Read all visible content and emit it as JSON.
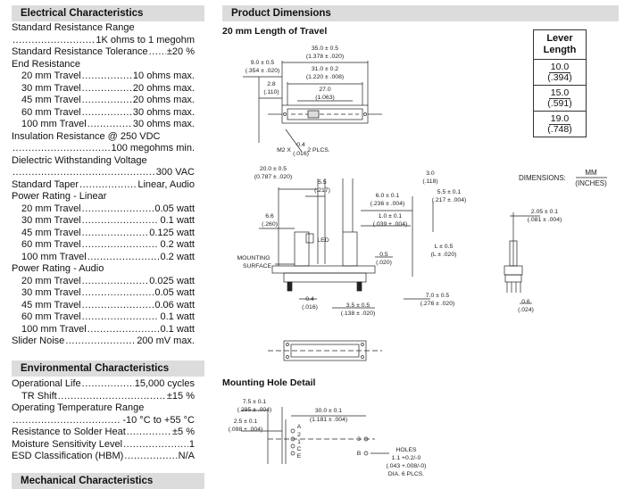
{
  "electrical": {
    "header": "Electrical Characteristics",
    "std_resistance_range_label": "Standard Resistance Range",
    "std_resistance_range_value": "1K ohms to 1 megohm",
    "std_resistance_tol_label": "Standard Resistance Tolerance",
    "std_resistance_tol_value": "±20 %",
    "end_resistance_label": "End Resistance",
    "end_resistance": [
      {
        "label": "20 mm Travel",
        "value": "10 ohms max."
      },
      {
        "label": "30 mm Travel",
        "value": "20 ohms max."
      },
      {
        "label": "45 mm Travel",
        "value": "20 ohms max."
      },
      {
        "label": "60 mm Travel",
        "value": "30 ohms max."
      },
      {
        "label": "100 mm Travel",
        "value": "30 ohms max."
      }
    ],
    "insulation_label": "Insulation Resistance @ 250 VDC",
    "insulation_value": "100 megohms min.",
    "dielectric_label": "Dielectric Withstanding Voltage",
    "dielectric_value": "300 VAC",
    "taper_label": "Standard Taper",
    "taper_value": "Linear, Audio",
    "power_linear_label": "Power Rating - Linear",
    "power_linear": [
      {
        "label": "20 mm Travel",
        "value": "0.05 watt"
      },
      {
        "label": "30 mm Travel",
        "value": "0.1 watt"
      },
      {
        "label": "45 mm Travel",
        "value": "0.125 watt"
      },
      {
        "label": "60 mm Travel",
        "value": "0.2 watt"
      },
      {
        "label": "100 mm Travel",
        "value": "0.2 watt"
      }
    ],
    "power_audio_label": "Power Rating - Audio",
    "power_audio": [
      {
        "label": "20 mm Travel",
        "value": "0.025 watt"
      },
      {
        "label": "30 mm Travel",
        "value": "0.05 watt"
      },
      {
        "label": "45 mm Travel",
        "value": "0.06 watt"
      },
      {
        "label": "60 mm Travel",
        "value": "0.1 watt"
      },
      {
        "label": "100 mm Travel",
        "value": "0.1 watt"
      }
    ],
    "slider_noise_label": "Slider Noise",
    "slider_noise_value": "200 mV max."
  },
  "environmental": {
    "header": "Environmental Characteristics",
    "op_life_label": "Operational Life",
    "op_life_value": "15,000 cycles",
    "tr_shift_label": "TR Shift",
    "tr_shift_value": "±15 %",
    "op_temp_label": "Operating Temperature Range",
    "op_temp_value": "-10 °C to +55 °C",
    "solder_label": "Resistance to Solder Heat",
    "solder_value": "±5 %",
    "moisture_label": "Moisture Sensitivity Level",
    "moisture_value": "1",
    "esd_label": "ESD Classification (HBM)",
    "esd_value": "N/A"
  },
  "mechanical": {
    "header": "Mechanical Characteristics"
  },
  "product_dimensions": {
    "header": "Product Dimensions",
    "travel_title": "20 mm Length of Travel",
    "mounting_title": "Mounting Hole Detail",
    "dimensions_label": "DIMENSIONS:",
    "unit_mm": "MM",
    "unit_inches": "(INCHES)",
    "lever": {
      "header_line1": "Lever",
      "header_line2": "Length",
      "rows": [
        {
          "mm": "10.0",
          "in": "(.394)"
        },
        {
          "mm": "15.0",
          "in": "(.591)"
        },
        {
          "mm": "19.0",
          "in": "(.748)"
        }
      ]
    },
    "labels": {
      "d35_mm": "35.0 ± 0.5",
      "d35_in": "(1.378 ± .020)",
      "d31_mm": "31.0 ± 0.2",
      "d31_in": "(1.220 ± .008)",
      "d27_mm": "27.0",
      "d27_in": "(1.063)",
      "d9_mm": "9.0 ± 0.5",
      "d9_in": "(.354 ± .020)",
      "d28_mm": "2.8",
      "d28_in": "(.110)",
      "m2_label": "M2 X",
      "m2_mm": "0.4",
      "m2_in": "(.016)",
      "m2_suffix": "2 PLCS.",
      "d20_mm": "20.0 ± 0.5",
      "d20_in": "(0.787 ± .020)",
      "d55_mm": "5.5",
      "d55_in": "(.217)",
      "d30_mm": "3.0",
      "d30_in": "(.118)",
      "d55b_mm": "5.5 ± 0.1",
      "d55b_in": "(.217 ± .004)",
      "d60_mm": "6.0 ± 0.1",
      "d60_in": "(.236 ± .004)",
      "d10_mm": "1.0 ± 0.1",
      "d10_in": "(.039 ± .004)",
      "d66_mm": "6.6",
      "d66_in": "(.260)",
      "led": "LED",
      "mounting_surface_1": "MOUNTING",
      "mounting_surface_2": "SURFACE",
      "l05_mm": "L ± 0.5",
      "l05_in": "(L ± .020)",
      "d05_mm": "0.5",
      "d05_in": "(.020)",
      "d04_mm": "0.4",
      "d04_in": "(.016)",
      "d35b_mm": "3.5 ± 0.5",
      "d35b_in": "(.138 ± .020)",
      "d70_mm": "7.0 ± 0.5",
      "d70_in": "(.276 ± .020)",
      "d205_mm": "2.05 ± 0.1",
      "d205_in": "(.081 ± .004)",
      "d06_mm": "0.6",
      "d06_in": "(.024)",
      "d75_mm": "7.5 ± 0.1",
      "d75_in": "(.295 ± .004)",
      "d25_mm": "2.5 ± 0.1",
      "d25_in": "(.098 ± .004)",
      "d300_mm": "30.0 ± 0.1",
      "d300_in": "(1.181 ± .004)",
      "holes_1": "HOLES",
      "holes_2": "1.1 +0.2/-0",
      "holes_3": "(.043 +.008/-0)",
      "holes_4": "DIA. 6 PLCS.",
      "pin_a": "A",
      "pin_b": "B",
      "pin_1": "1",
      "pin_2": "2",
      "pin_3": "3",
      "pin_c": "C",
      "pin_e": "E"
    }
  }
}
